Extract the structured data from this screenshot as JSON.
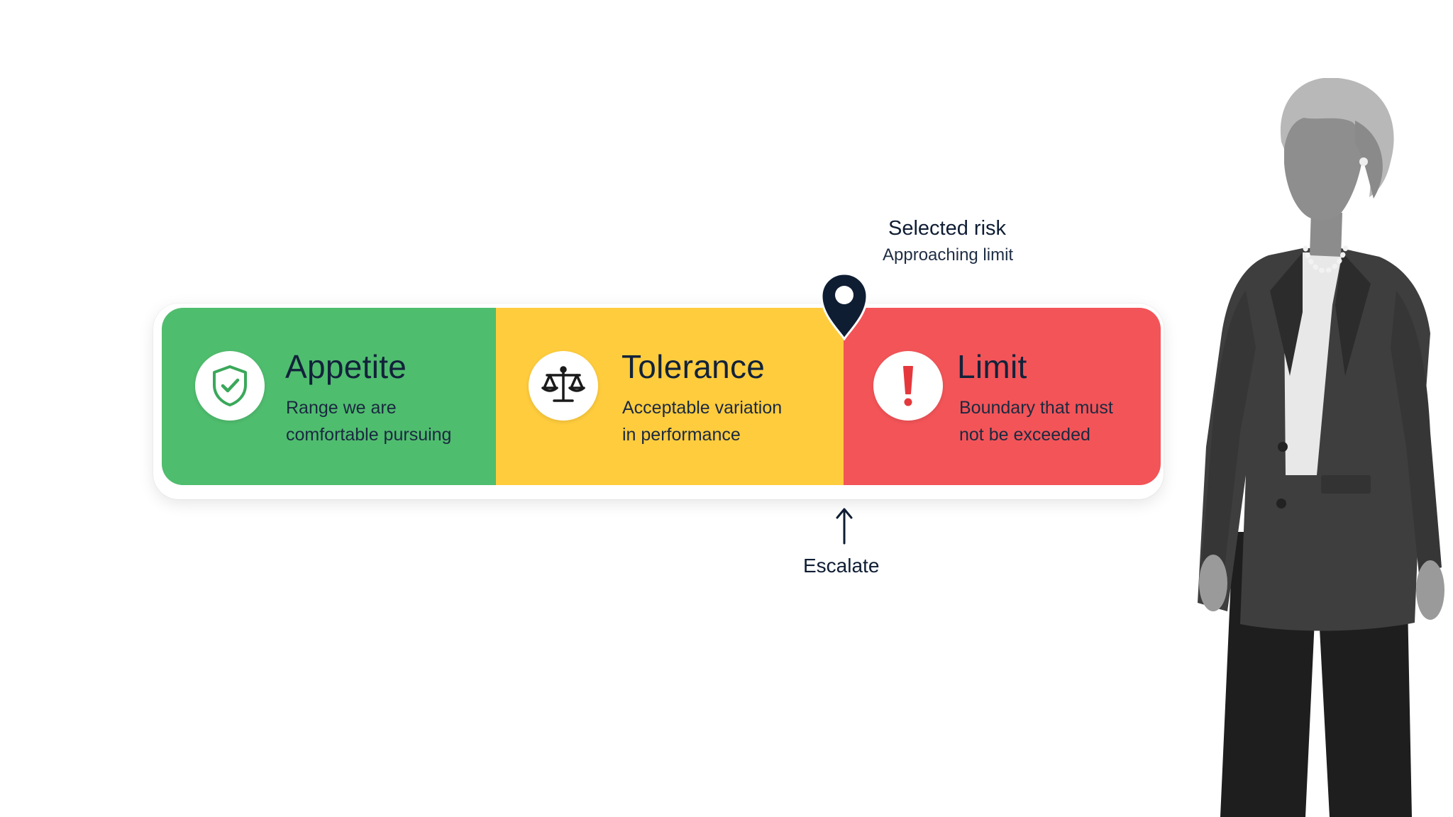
{
  "colors": {
    "appetite": "#4fbd6e",
    "tolerance": "#ffcc3d",
    "limit": "#f35458",
    "navy": "#0f1d33",
    "background": "#ffffff"
  },
  "zones": [
    {
      "key": "appetite",
      "title": "Appetite",
      "desc_line1": "Range we are",
      "desc_line2": "comfortable pursuing",
      "icon": "shield-check-icon"
    },
    {
      "key": "tolerance",
      "title": "Tolerance",
      "desc_line1": "Acceptable variation",
      "desc_line2": "in performance",
      "icon": "balance-scale-icon"
    },
    {
      "key": "limit",
      "title": "Limit",
      "desc_line1": "Boundary that must",
      "desc_line2": "not be exceeded",
      "icon": "exclamation-icon"
    }
  ],
  "marker": {
    "title": "Selected risk",
    "subtitle": "Approaching limit",
    "icon": "map-pin-icon"
  },
  "escalate": {
    "label": "Escalate",
    "icon": "arrow-up-icon"
  },
  "person": {
    "description_icon": "person-figure"
  }
}
